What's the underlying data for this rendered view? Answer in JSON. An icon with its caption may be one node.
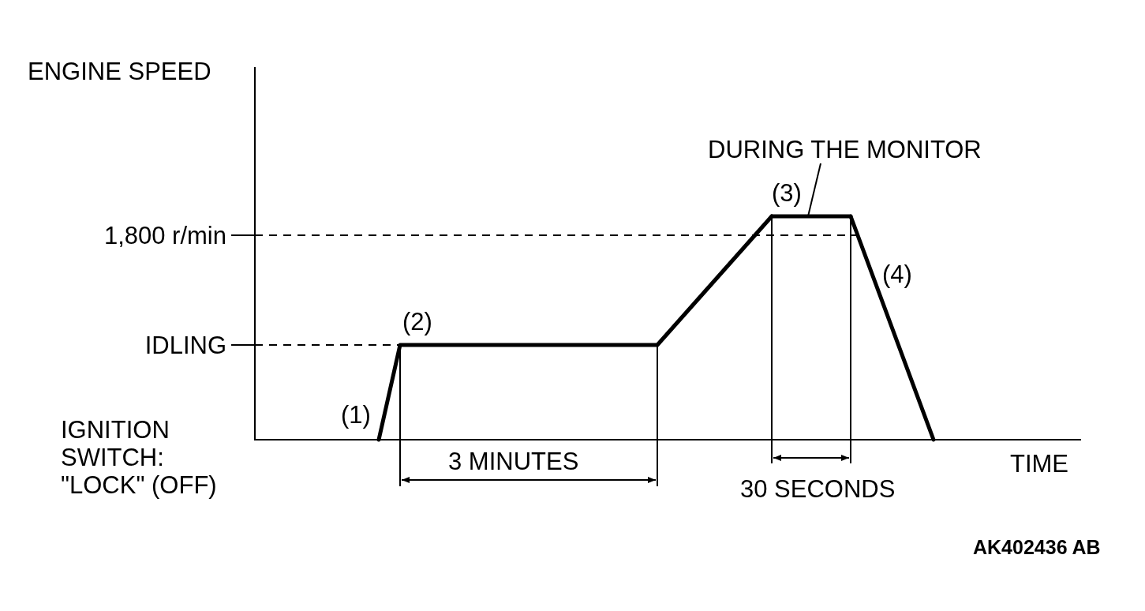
{
  "diagram": {
    "nodes": [
      {
        "text": [
          "DURING THE MONITOR"
        ]
      },
      {
        "text": [],
        "shape": "bar"
      }
    ],
    "edges": [
      {
        "from": 0,
        "to": 1,
        "arrow": "none"
      }
    ],
    "labels": [
      "ENGINE SPEED",
      "(3)",
      "1,800 r/min",
      "(4)",
      "(2)",
      "IDLING",
      "IGNITION SWITCH: \"LOCK\" (OFF)",
      "(1)",
      "3 MINUTES",
      "TIME",
      "30 SECONDS",
      "AK402436 AB"
    ]
  }
}
